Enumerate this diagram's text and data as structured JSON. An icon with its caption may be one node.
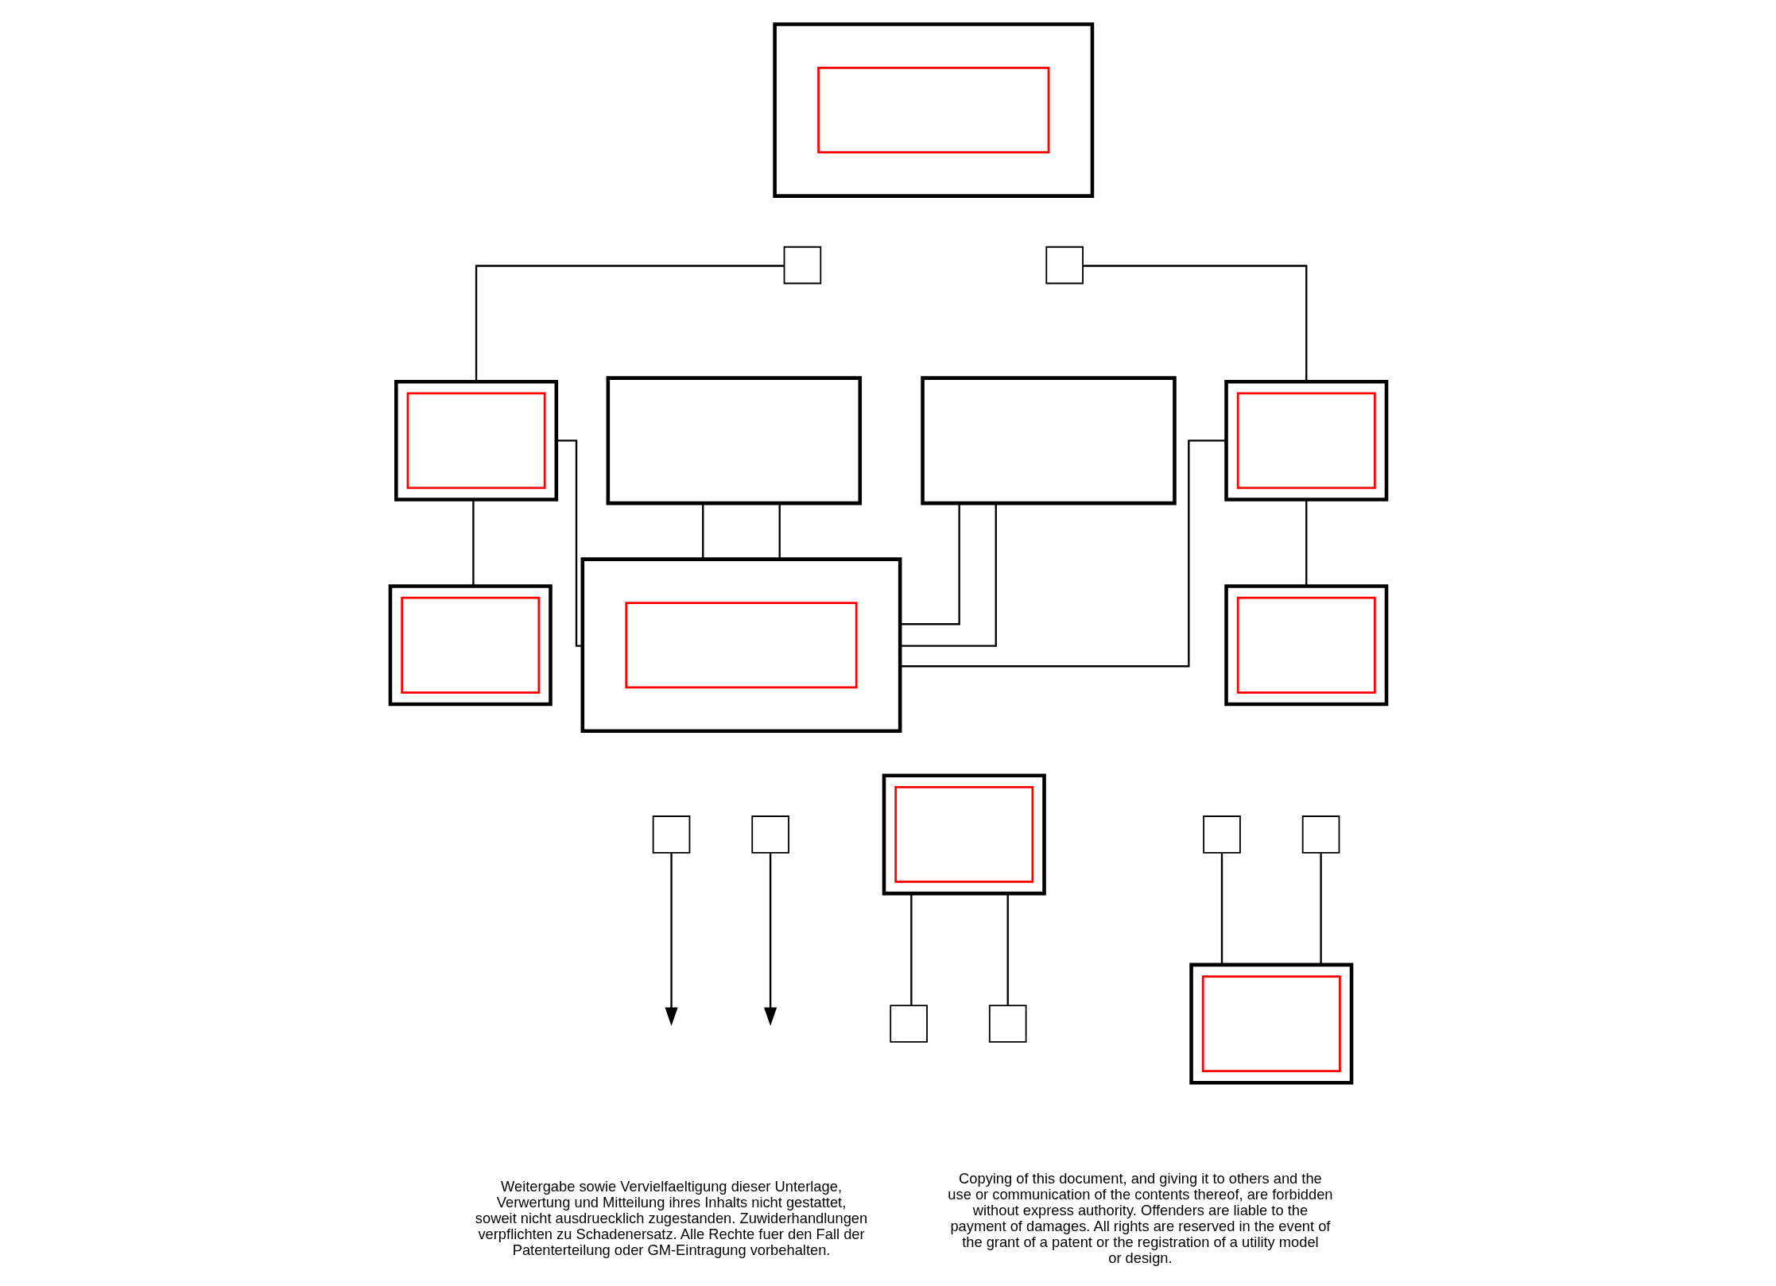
{
  "diagram": {
    "nodes": [
      {
        "text": [],
        "shape": "box"
      },
      {
        "text": [],
        "shape": "box",
        "in": 0
      },
      {
        "text": [],
        "shape": "box"
      },
      {
        "text": [],
        "shape": "box"
      },
      {
        "text": [],
        "shape": "box"
      },
      {
        "text": [],
        "shape": "box",
        "in": 4
      },
      {
        "text": [],
        "shape": "box"
      },
      {
        "text": [],
        "shape": "box",
        "in": 6
      },
      {
        "text": [],
        "shape": "box"
      },
      {
        "text": [],
        "shape": "box"
      },
      {
        "text": [],
        "shape": "box"
      },
      {
        "text": [],
        "shape": "box",
        "in": 10
      },
      {
        "text": [],
        "shape": "box"
      },
      {
        "text": [],
        "shape": "box"
      },
      {
        "text": [],
        "shape": "box"
      },
      {
        "text": [],
        "shape": "box",
        "in": 14
      },
      {
        "text": [],
        "shape": "box"
      },
      {
        "text": [],
        "shape": "box"
      },
      {
        "text": [],
        "shape": "box"
      },
      {
        "text": [],
        "shape": "box",
        "in": 18
      },
      {
        "text": [],
        "shape": "box"
      },
      {
        "text": [],
        "shape": "box",
        "in": 20
      },
      {
        "text": [],
        "shape": "box"
      },
      {
        "text": [],
        "shape": "box",
        "in": 22
      },
      {
        "text": [],
        "shape": "box"
      },
      {
        "text": [],
        "shape": "box"
      }
    ],
    "edges": [
      {
        "from": 2,
        "to": 6,
        "arrow": "none"
      },
      {
        "from": 3,
        "to": 10,
        "arrow": "none"
      },
      {
        "from": 4,
        "to": 8,
        "arrow": "none"
      },
      {
        "from": 4,
        "to": 9,
        "arrow": "none"
      },
      {
        "from": 6,
        "to": 18,
        "arrow": "none"
      },
      {
        "from": 6,
        "to": 22,
        "arrow": "none"
      },
      {
        "from": 10,
        "to": 20,
        "arrow": "none"
      },
      {
        "from": 12,
        "to": 14,
        "arrow": "none"
      },
      {
        "from": 13,
        "to": 14,
        "arrow": "none"
      },
      {
        "from": 22,
        "to": 10,
        "arrow": "none"
      },
      {
        "from": 16,
        "to": 22,
        "arrow": "none"
      },
      {
        "from": 16,
        "to": 22,
        "arrow": "none"
      },
      {
        "from": 17,
        "to": 22,
        "arrow": "none"
      },
      {
        "from": 17,
        "to": 22,
        "arrow": "none"
      },
      {
        "from": 25,
        "to": null,
        "arrow": "to"
      },
      {
        "from": 24,
        "to": null,
        "arrow": "to"
      }
    ],
    "labels": [
      "Weitergabe sowie Vervielfaeltigung dieser Unterlage, Verwertung und Mitteilung ihres Inhalts nicht gestattet, soweit nicht ausdruecklich zugestanden. Zuwiderhandlungen verpflichten zu Schadenersatz. Alle Rechte fuer den Fall der Patenterteilung oder GM-Eintragung vorbehalten.",
      "Copying of this document, and giving it to others and the use or communication of the contents thereof, are forbidden without express authority. Offenders are liable to the payment of damages. All rights are reserved in the event of the grant of a patent or the registration of a utility model or design."
    ]
  }
}
